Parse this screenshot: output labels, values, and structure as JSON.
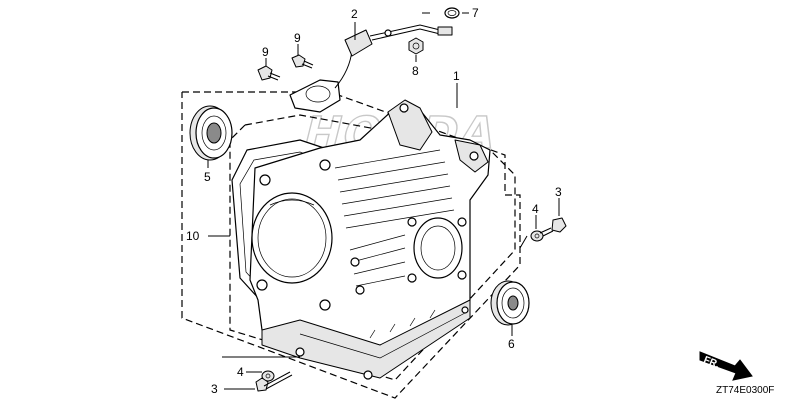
{
  "watermark": {
    "text": "HONDA"
  },
  "diagram_code": "ZT74E0300F",
  "direction_label": "FR.",
  "callouts": [
    {
      "id": "c1",
      "number": "1"
    },
    {
      "id": "c2",
      "number": "2"
    },
    {
      "id": "c3a",
      "number": "3"
    },
    {
      "id": "c3b",
      "number": "3"
    },
    {
      "id": "c4a",
      "number": "4"
    },
    {
      "id": "c4b",
      "number": "4"
    },
    {
      "id": "c5",
      "number": "5"
    },
    {
      "id": "c6",
      "number": "6"
    },
    {
      "id": "c7",
      "number": "7"
    },
    {
      "id": "c8",
      "number": "8"
    },
    {
      "id": "c9a",
      "number": "9"
    },
    {
      "id": "c9b",
      "number": "9"
    },
    {
      "id": "c10",
      "number": "10"
    }
  ]
}
